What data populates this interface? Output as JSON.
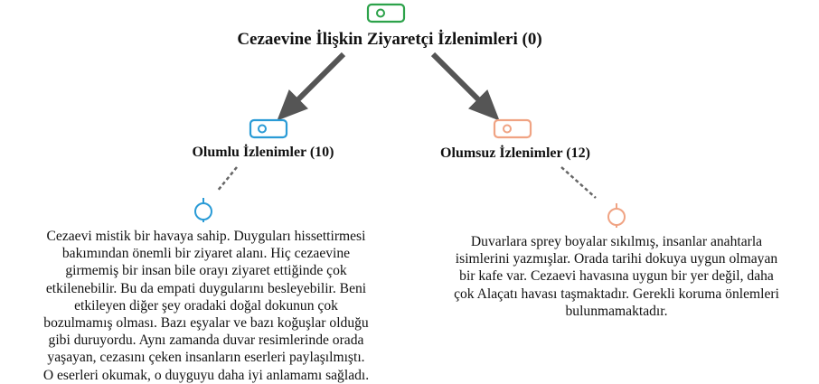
{
  "colors": {
    "root": "#2ca24a",
    "positive": "#2a9bd6",
    "negative": "#f0a383",
    "arrow": "#555555",
    "connector": "#666666"
  },
  "root": {
    "title": "Cezaevine İlişkin Ziyaretçi İzlenimleri (0)",
    "icon": "tag-icon"
  },
  "branches": [
    {
      "key": "positive",
      "title": "Olumlu İzlenimler (10)",
      "icon": "tag-icon",
      "comment_icon": "comment-pin-icon",
      "comment_lines": [
        "Cezaevi mistik bir havaya sahip. Duyguları hissettirmesi",
        "bakımından önemli bir ziyaret alanı. Hiç cezaevine",
        "girmemiş bir insan bile orayı ziyaret ettiğinde çok",
        "etkilenebilir. Bu da empati duygularını besleyebilir. Beni",
        "etkileyen diğer şey oradaki doğal dokunun çok",
        "bozulmamış olması. Bazı eşyalar ve bazı koğuşlar olduğu",
        "gibi duruyordu. Aynı zamanda duvar resimlerinde orada",
        "yaşayan, cezasını çeken insanların eserleri paylaşılmıştı.",
        "O eserleri okumak, o duyguyu daha iyi anlamamı sağladı."
      ]
    },
    {
      "key": "negative",
      "title": "Olumsuz İzlenimler (12)",
      "icon": "tag-icon",
      "comment_icon": "comment-pin-icon",
      "comment_lines": [
        "Duvarlara sprey boyalar sıkılmış, insanlar anahtarla",
        "isimlerini yazmışlar. Orada tarihi dokuya uygun olmayan",
        "bir kafe var. Cezaevi havasına uygun bir yer değil, daha",
        "çok Alaçatı havası taşmaktadır. Gerekli koruma önlemleri",
        "bulunmamaktadır."
      ]
    }
  ]
}
